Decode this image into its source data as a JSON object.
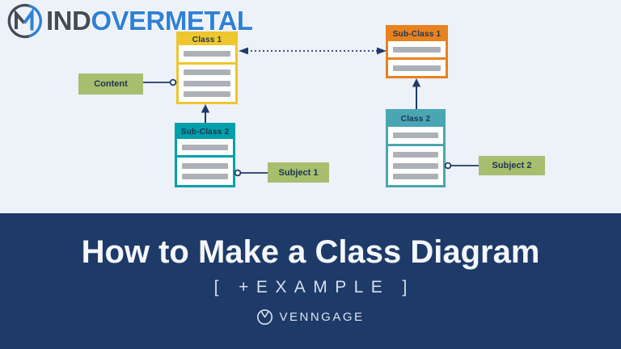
{
  "logo": {
    "icon": "m-circle-icon",
    "text_dark": "IND",
    "text_blue": "OVERMETAL"
  },
  "diagram": {
    "boxes": {
      "class1": {
        "title": "Class 1",
        "attribute_rows": 1,
        "method_rows": 3
      },
      "subclass1": {
        "title": "Sub-Class 1",
        "attribute_rows": 1,
        "method_rows": 1
      },
      "subclass2": {
        "title": "Sub-Class 2",
        "attribute_rows": 1,
        "method_rows": 2
      },
      "class2": {
        "title": "Class 2",
        "attribute_rows": 1,
        "method_rows": 3
      }
    },
    "labels": {
      "content": "Content",
      "subject1": "Subject 1",
      "subject2": "Subject 2"
    },
    "connections": [
      "Class 1 <--dotted--> Sub-Class 1",
      "Sub-Class 2 --arrow-up--> Class 1",
      "Class 2 --arrow-up--> Sub-Class 1",
      "Content --o Class 1",
      "Sub-Class 2 o-- Subject 1",
      "Class 2 o-- Subject 2"
    ]
  },
  "banner": {
    "title": "How to Make a Class Diagram",
    "subtitle": "[ +EXAMPLE ]",
    "brand": "VENNGAGE",
    "brand_icon": "venngage-clock-icon"
  },
  "colors": {
    "background_top": "#edf1f8",
    "background_bottom": "#1e3a68",
    "class1_header": "#eec62d",
    "subclass1_header": "#e8821e",
    "subclass2_header": "#00a0aa",
    "class2_header": "#4aa6b2",
    "label_green": "#a7be6f",
    "connector": "#1e3a68",
    "logo_dark": "#444c55",
    "logo_blue": "#2f80d5"
  }
}
